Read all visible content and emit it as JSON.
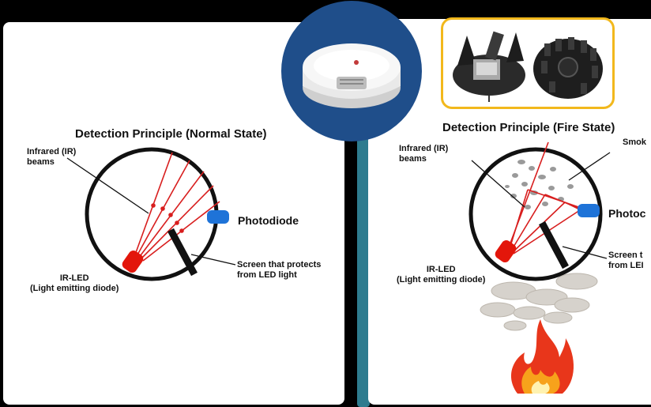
{
  "normal_state": {
    "title": "Detection Principle (Normal State)",
    "ir_beams_label": "Infrared (IR)\nbeams",
    "photodiode_label": "Photodiode",
    "screen_label": "Screen that protects\nfrom LED light",
    "ir_led_label": "IR-LED\n(Light emitting diode)"
  },
  "fire_state": {
    "title": "Detection Principle (Fire State)",
    "ir_beams_label": "Infrared (IR)\nbeams",
    "smoke_label": "Smok",
    "photodiode_label": "Photoc",
    "screen_label": "Screen t\nfrom LEI",
    "ir_led_label": "IR-LED\n(Light emitting diode)"
  },
  "colors": {
    "badge": "#1f4e8a",
    "parts_border": "#f2b81c",
    "teal_bar": "#2e7c8f",
    "beam": "#d81e1e",
    "led": "#e3160b",
    "photodiode": "#1e73d8"
  },
  "icons": {
    "detector": "smoke-detector-icon",
    "chamber_parts": "sensor-chamber-parts-icon",
    "flame": "fire-flame-icon",
    "smoke": "smoke-cloud-icon"
  }
}
